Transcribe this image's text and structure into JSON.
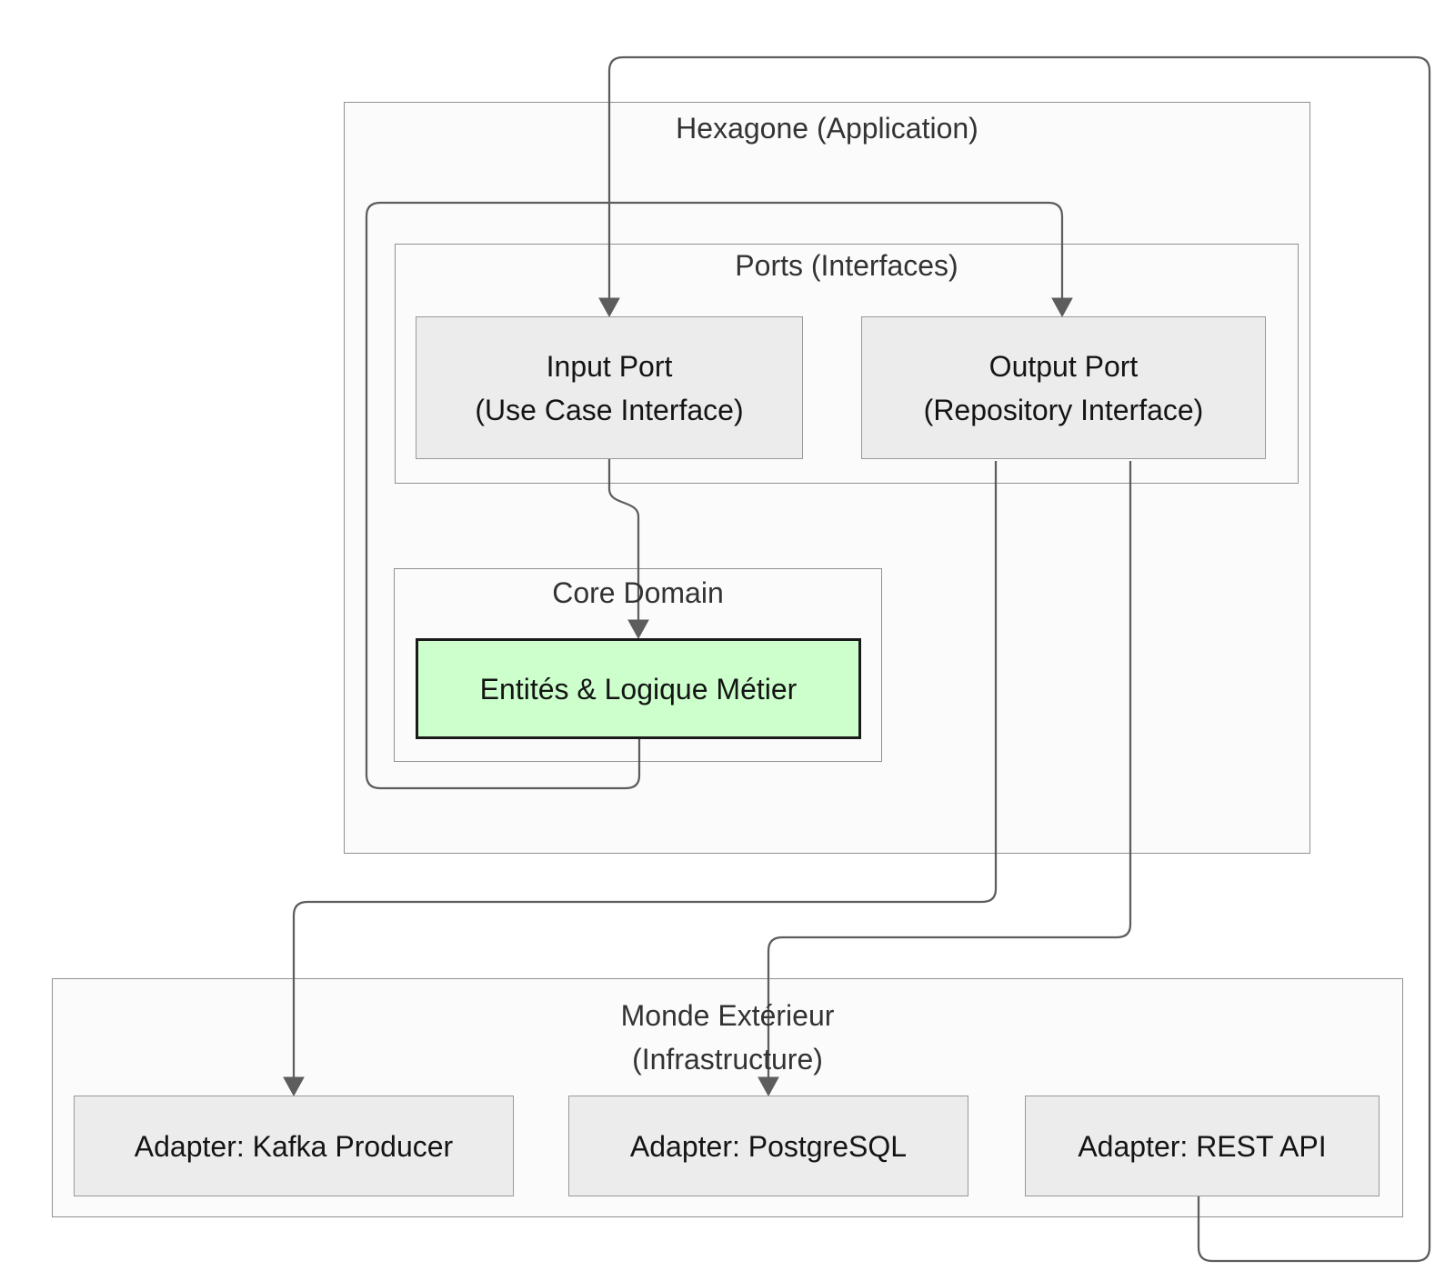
{
  "diagram": {
    "clusters": {
      "hexagone": {
        "label": "Hexagone (Application)"
      },
      "ports": {
        "label": "Ports (Interfaces)"
      },
      "core_domain": {
        "label": "Core Domain"
      },
      "monde_exterieur": {
        "label_line1": "Monde Extérieur",
        "label_line2": "(Infrastructure)"
      }
    },
    "nodes": {
      "input_port": {
        "label_line1": "Input Port",
        "label_line2": "(Use Case Interface)"
      },
      "output_port": {
        "label_line1": "Output Port",
        "label_line2": "(Repository Interface)"
      },
      "entites": {
        "label": "Entités & Logique Métier"
      },
      "adapter_kafka": {
        "label": "Adapter: Kafka Producer"
      },
      "adapter_postgresql": {
        "label": "Adapter: PostgreSQL"
      },
      "adapter_rest": {
        "label": "Adapter: REST API"
      }
    },
    "edges": [
      {
        "from": "adapter_rest",
        "to": "input_port"
      },
      {
        "from": "input_port",
        "to": "entites"
      },
      {
        "from": "entites",
        "to": "output_port"
      },
      {
        "from": "output_port",
        "to": "adapter_kafka"
      },
      {
        "from": "output_port",
        "to": "adapter_postgresql"
      }
    ],
    "colors": {
      "background": "#ffffff",
      "cluster_fill": "#fbfbfb",
      "cluster_border": "#919191",
      "cluster_text": "#333333",
      "node_fill": "#ececec",
      "node_border": "#999999",
      "node_text": "#141414",
      "highlight_fill": "#ccffcc",
      "highlight_border": "#1a1a1a",
      "edge": "#5d5d5d"
    }
  }
}
